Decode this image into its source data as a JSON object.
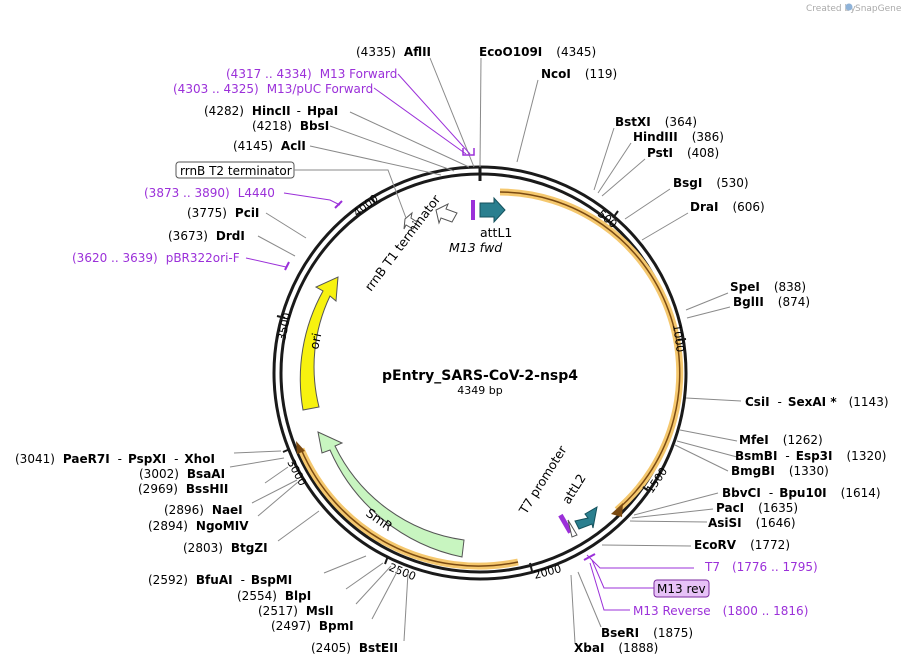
{
  "credit": {
    "prefix": "Created by",
    "brand": "SnapGene"
  },
  "plasmid": {
    "name": "pEntry_SARS-CoV-2-nsp4",
    "size": "4349 bp"
  },
  "ticks": [
    "500",
    "1000",
    "1500",
    "2000",
    "2500",
    "3000",
    "3500",
    "4000"
  ],
  "enzymes": [
    {
      "name": "AflII",
      "pos": "(4335)"
    },
    {
      "name": "EcoO109I",
      "pos": "(4345)"
    },
    {
      "name": "NcoI",
      "pos": "(119)"
    },
    {
      "name": "BstXI",
      "pos": "(364)"
    },
    {
      "name": "HindIII",
      "pos": "(386)"
    },
    {
      "name": "PstI",
      "pos": "(408)"
    },
    {
      "name": "BsgI",
      "pos": "(530)"
    },
    {
      "name": "DraI",
      "pos": "(606)"
    },
    {
      "name": "SpeI",
      "pos": "(838)"
    },
    {
      "name": "BglII",
      "pos": "(874)"
    },
    {
      "name": "CsiI",
      "name2": "SexAI *",
      "pos": "(1143)"
    },
    {
      "name": "MfeI",
      "pos": "(1262)"
    },
    {
      "name": "BsmBI",
      "name2": "Esp3I",
      "pos": "(1320)"
    },
    {
      "name": "BmgBI",
      "pos": "(1330)"
    },
    {
      "name": "BbvCI",
      "name2": "Bpu10I",
      "pos": "(1614)"
    },
    {
      "name": "PacI",
      "pos": "(1635)"
    },
    {
      "name": "AsiSI",
      "pos": "(1646)"
    },
    {
      "name": "EcoRV",
      "pos": "(1772)"
    },
    {
      "name": "BseRI",
      "pos": "(1875)"
    },
    {
      "name": "XbaI",
      "pos": "(1888)"
    },
    {
      "name": "BstEII",
      "pos": "(2405)"
    },
    {
      "name": "BpmI",
      "pos": "(2497)"
    },
    {
      "name": "MslI",
      "pos": "(2517)"
    },
    {
      "name": "BlpI",
      "pos": "(2554)"
    },
    {
      "name": "BfuAI",
      "name2": "BspMI",
      "pos": "(2592)"
    },
    {
      "name": "BtgZI",
      "pos": "(2803)"
    },
    {
      "name": "NgoMIV",
      "pos": "(2894)"
    },
    {
      "name": "NaeI",
      "pos": "(2896)"
    },
    {
      "name": "BssHII",
      "pos": "(2969)"
    },
    {
      "name": "BsaAI",
      "pos": "(3002)"
    },
    {
      "name": "PaeR7I",
      "name2": "PspXI",
      "name3": "XhoI",
      "pos": "(3041)"
    },
    {
      "name": "DrdI",
      "pos": "(3673)"
    },
    {
      "name": "PciI",
      "pos": "(3775)"
    },
    {
      "name": "AclI",
      "pos": "(4145)"
    },
    {
      "name": "BbsI",
      "pos": "(4218)"
    },
    {
      "name": "HincII",
      "name2": "HpaI",
      "pos": "(4282)"
    }
  ],
  "primers": [
    {
      "name": "M13 Forward",
      "pos": "(4317 .. 4334)"
    },
    {
      "name": "M13/pUC Forward",
      "pos": "(4303 .. 4325)"
    },
    {
      "name": "L4440",
      "pos": "(3873 .. 3890)"
    },
    {
      "name": "pBR322ori-F",
      "pos": "(3620 .. 3639)"
    },
    {
      "name": "T7",
      "pos": "(1776 .. 1795)"
    },
    {
      "name": "M13 rev",
      "pos": ""
    },
    {
      "name": "M13 Reverse",
      "pos": "(1800 .. 1816)"
    }
  ],
  "features": {
    "rrnB_T2": "rrnB T2 terminator",
    "rrnB_T1": "rrnB T1 terminator",
    "attL1": "attL1",
    "m13fwd": "M13 fwd",
    "ori": "ori",
    "smr": "SmR",
    "t7promoter": "T7 promoter",
    "attL2": "attL2"
  },
  "colors": {
    "backbone": "#1a1a1a",
    "orf_highlight": "#f5c86e",
    "orf_arrow": "#7a4a12",
    "ori": "#f7f20f",
    "smr": "#c8f5c0",
    "att": "#2a7f8f",
    "primer": "#9b30d9",
    "promoter": "#ffffff"
  }
}
